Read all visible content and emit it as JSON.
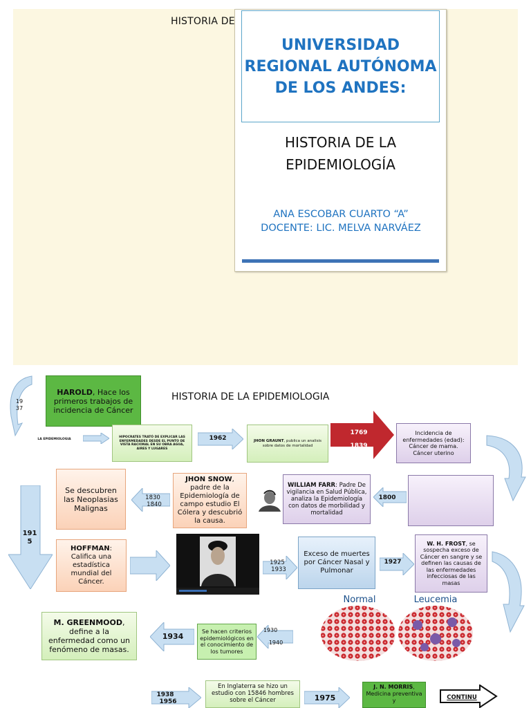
{
  "slide1": {
    "header": "HISTORIA DE",
    "cover": {
      "university": "UNIVERSIDAD REGIONAL AUTÓNOMA DE LOS ANDES:",
      "subject": "HISTORIA DE LA EPIDEMIOLOGÍA",
      "author": "ANA ESCOBAR          CUARTO “A”       DOCENTE: LIC. MELVA NARVÁEZ"
    }
  },
  "slide2": {
    "title": "HISTORIA DE LA EPIDEMIOLOGIA",
    "harold": {
      "name": "HAROLD",
      "text": ", Hace los primeros trabajos de incidencia de Cáncer"
    },
    "year_1937": "19 37",
    "la_epidemiologia": "LA EPIDEMIOLOGIA",
    "hipocrates": "HIPOCRATES TRATÓ DE EXPLICAR LAS ENFERMEDADES DESDE EL PUNTO DE VISTA RACIONAL EN SU OBRA AGUA, AIRES Y LUGARES",
    "year_1962": "1962",
    "graunt": {
      "name": "JHON GRAUNT",
      "text": ", publica un analisis sobre datos de mortalidad"
    },
    "years_red": [
      "1769",
      "1839"
    ],
    "incidencia": "Incidencia de enfermedades (edad): Cáncer de mama. Cáncer uterino",
    "neoplasias": "Se descubren las Neoplasias Malignas",
    "years_1830": [
      "1830",
      "1840"
    ],
    "snow": {
      "name": "JHON SNOW",
      "text": ", padre de la Epidemiología de campo estudio El Cólera y descubrió la causa."
    },
    "farr": {
      "name": "WILLIAM FARR",
      "text": ": Padre De vigilancia en Salud Pública, analiza la Epidemiología con datos de morbilidad y mortalidad"
    },
    "year_1800": "1800",
    "year_1915": "191 5",
    "hoffman": {
      "name": "HOFFMAN",
      "text": ": Califica una estadística mundial del Cáncer."
    },
    "years_1925": [
      "1925",
      "1933"
    ],
    "exceso": "Exceso de muertes por Cáncer Nasal y Pulmonar",
    "year_1927": "1927",
    "frost": {
      "name": "W. H. FROST",
      "text": ", se sospecha exceso de Cáncer en sangre y se definen las causas de las enfermedades infecciosas de las masas"
    },
    "cell_labels": [
      "Normal",
      "Leucemia"
    ],
    "greenwood": {
      "name": "M. GREENMOOD",
      "text": ", define a la enfermedad como un fenómeno de masas."
    },
    "year_1934": "1934",
    "criterios": "Se hacen criterios epidemiológicos en el conocimiento de los tumores",
    "years_1930": [
      "1930",
      "1940"
    ],
    "years_1938": [
      "1938",
      "1956"
    ],
    "inglaterra": "En Inglaterra se hizo un estudio con 15846 hombres sobre el Cáncer",
    "year_1975": "1975",
    "morris": {
      "name": "J. N. MORRIS",
      "text": ", Medicina preventiva y"
    },
    "continue": "CONTINU"
  },
  "colors": {
    "cover_blue": "#1f73c0",
    "slide_bg": "#fcf7e1",
    "red_arrow": "#c0282e",
    "arrow_fill": "#c8dff2",
    "bright_green": "#5cb843"
  }
}
